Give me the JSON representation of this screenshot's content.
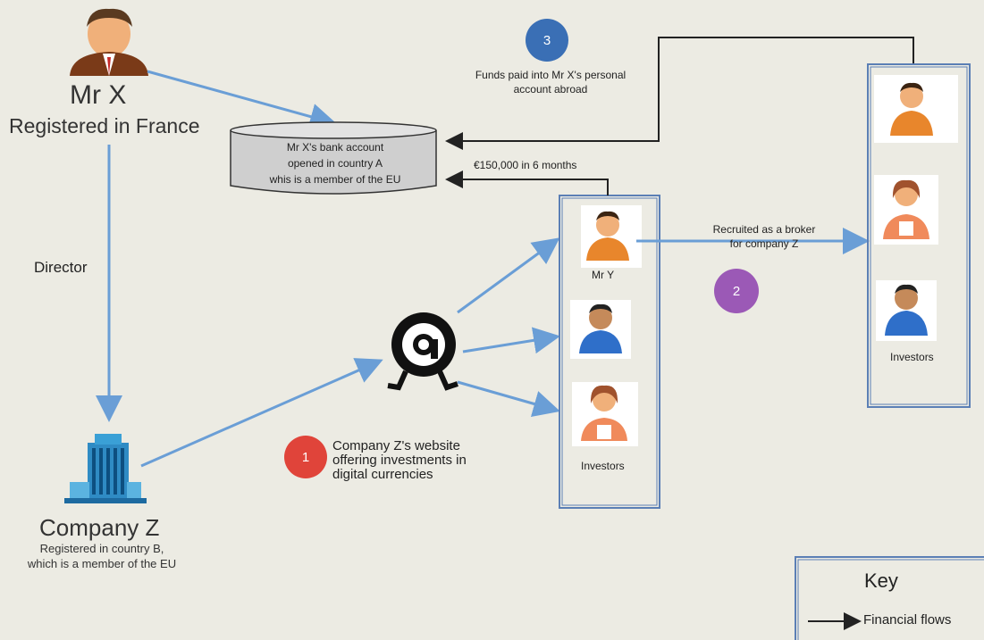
{
  "mr_x": {
    "name": "Mr X",
    "registration": "Registered in France"
  },
  "bank": {
    "line1": "Mr X's bank account",
    "line2": "opened in country A",
    "line3": "whis is a member of the EU"
  },
  "company_z": {
    "name": "Company Z",
    "registration_line1": "Registered in country B,",
    "registration_line2": "which is a member of the EU"
  },
  "director_label": "Director",
  "step1": {
    "number": "1",
    "color": "#e0443a",
    "line1": "Company Z's website",
    "line2": "offering investments in",
    "line3": "digital currencies"
  },
  "step2": {
    "number": "2",
    "color": "#9b59b6",
    "line1": "Recruited as a broker",
    "line2": "for company Z"
  },
  "step3": {
    "number": "3",
    "color": "#3a6fb5",
    "line1": "Funds paid into Mr X's personal",
    "line2": "account abroad"
  },
  "flow_amount": "€150,000 in 6 months",
  "mr_y_label": "Mr Y",
  "investors_label_middle": "Investors",
  "investors_label_right": "Investors",
  "key": {
    "title": "Key",
    "financial_flows": "Financial flows"
  }
}
